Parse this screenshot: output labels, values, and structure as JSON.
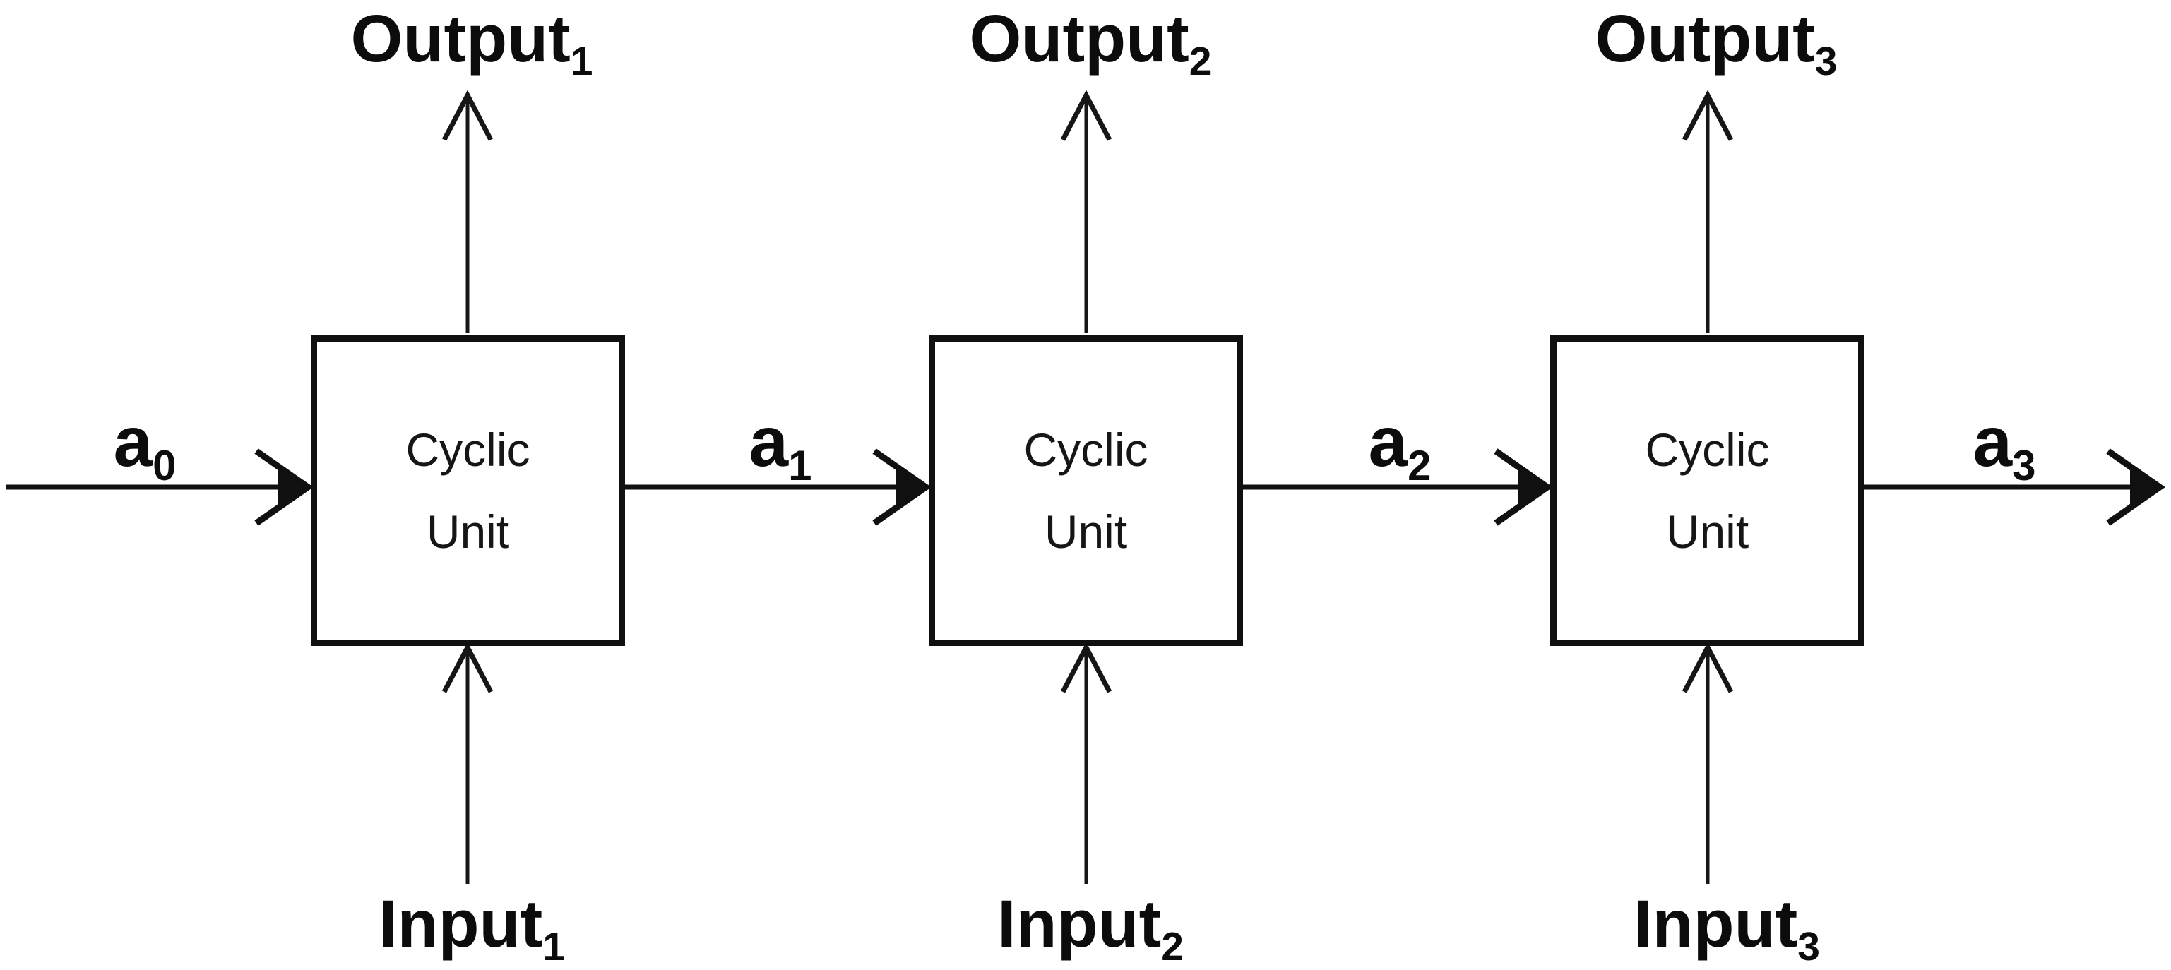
{
  "diagram": {
    "title_semantic": "unrolled-recurrent-cyclic-unit-chain",
    "ink_color": "#101010",
    "background_color": "#ffffff"
  },
  "units": [
    {
      "box_line1": "Cyclic",
      "box_line2": "Unit",
      "output": {
        "base": "Output",
        "sub": "1"
      },
      "input": {
        "base": "Input",
        "sub": "1"
      }
    },
    {
      "box_line1": "Cyclic",
      "box_line2": "Unit",
      "output": {
        "base": "Output",
        "sub": "2"
      },
      "input": {
        "base": "Input",
        "sub": "2"
      }
    },
    {
      "box_line1": "Cyclic",
      "box_line2": "Unit",
      "output": {
        "base": "Output",
        "sub": "3"
      },
      "input": {
        "base": "Input",
        "sub": "3"
      }
    }
  ],
  "state_labels": [
    {
      "base": "a",
      "sub": "0"
    },
    {
      "base": "a",
      "sub": "1"
    },
    {
      "base": "a",
      "sub": "2"
    },
    {
      "base": "a",
      "sub": "3"
    }
  ]
}
